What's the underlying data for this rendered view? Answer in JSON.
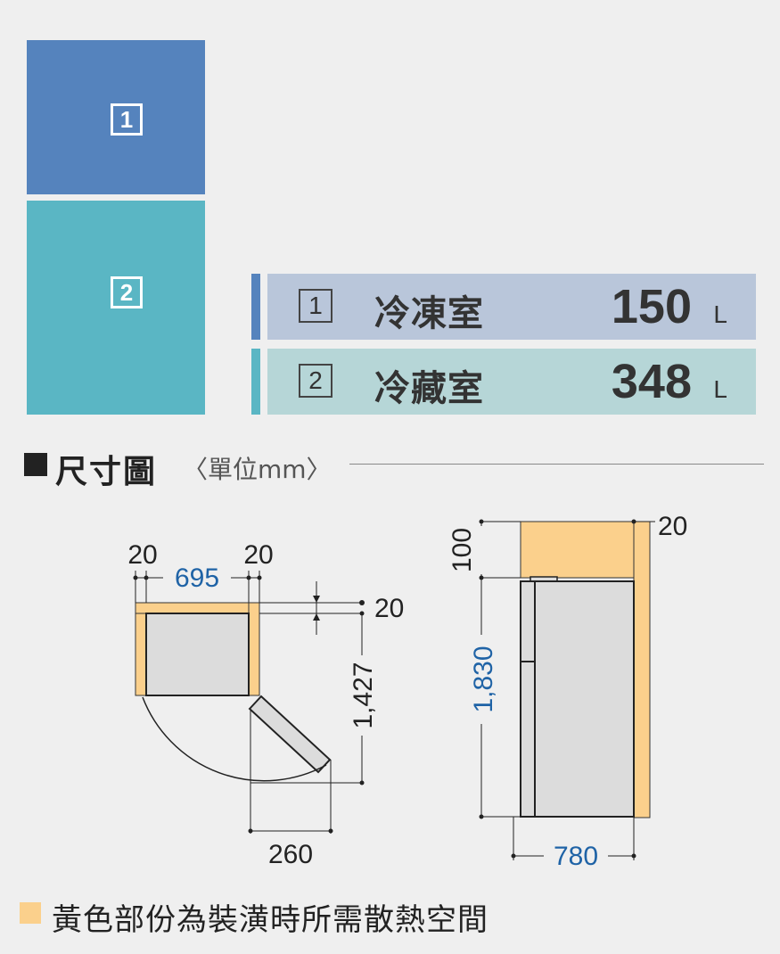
{
  "compartments": {
    "freezer": {
      "label": "1",
      "color": "#5583bd"
    },
    "fridge": {
      "label": "2",
      "color": "#5ab6c4"
    }
  },
  "capacities": [
    {
      "num": "1",
      "name": "冷凍室",
      "value": "150",
      "unit": "L",
      "accent": "#5583bd",
      "band": "#b9c6da"
    },
    {
      "num": "2",
      "name": "冷藏室",
      "value": "348",
      "unit": "L",
      "accent": "#5ab6c4",
      "band": "#b6d6d7"
    }
  ],
  "section": {
    "title": "尺寸圖",
    "unit_note": "〈單位mm〉"
  },
  "top_view": {
    "dims": {
      "left_gap": "20",
      "width": "695",
      "right_gap": "20",
      "back_gap": "20",
      "depth_open": "1,427",
      "door_swing": "260"
    }
  },
  "side_view": {
    "dims": {
      "top_gap": "100",
      "height": "1,830",
      "side_gap": "20",
      "depth": "780"
    }
  },
  "legend": {
    "text": "黃色部份為裝潢時所需散熱空間",
    "swatch_color": "#fbd08c"
  },
  "colors": {
    "blue_text": "#1f63a6",
    "clearance": "#fbd08c",
    "body_fill": "#dcdcdc"
  }
}
